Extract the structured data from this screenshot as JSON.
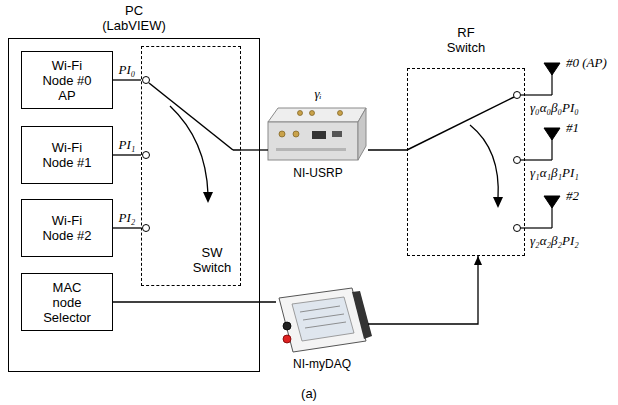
{
  "diagram": {
    "caption": "(a)",
    "nodes": [
      {
        "text": [
          "PC (LabVIEW)"
        ]
      },
      {
        "text": [
          "Wi-Fi Node #0 AP"
        ],
        "in": 0
      },
      {
        "text": [
          "Wi-Fi Node #1"
        ],
        "in": 0
      },
      {
        "text": [
          "Wi-Fi Node #2"
        ],
        "in": 0
      },
      {
        "text": [
          "SW Switch"
        ],
        "in": 0
      },
      {
        "text": [
          "MAC node Selector"
        ],
        "in": 0
      },
      {
        "text": [
          "RF Switch"
        ]
      },
      {
        "text": [
          "NI-USRP"
        ]
      },
      {
        "text": [
          "NI-myDAQ"
        ]
      }
    ],
    "edges": [
      {
        "from": 1,
        "to": 4,
        "arrow": "none",
        "label": "PI₀"
      },
      {
        "from": 2,
        "to": 4,
        "arrow": "none",
        "label": "PI₁"
      },
      {
        "from": 3,
        "to": 4,
        "arrow": "none",
        "label": "PI₂"
      },
      {
        "from": 4,
        "to": 7,
        "arrow": "none"
      },
      {
        "from": 7,
        "to": 6,
        "arrow": "none"
      },
      {
        "from": 5,
        "to": 8,
        "arrow": "none"
      },
      {
        "from": 8,
        "to": 6,
        "arrow": "to"
      }
    ],
    "labels": [
      "γᵢ",
      "#0 (AP)",
      "γ₀α₀β₀PI₀",
      "#1",
      "γ₁α₁β₁PI₁",
      "#2",
      "γ₂α₂β₂PI₂"
    ]
  }
}
